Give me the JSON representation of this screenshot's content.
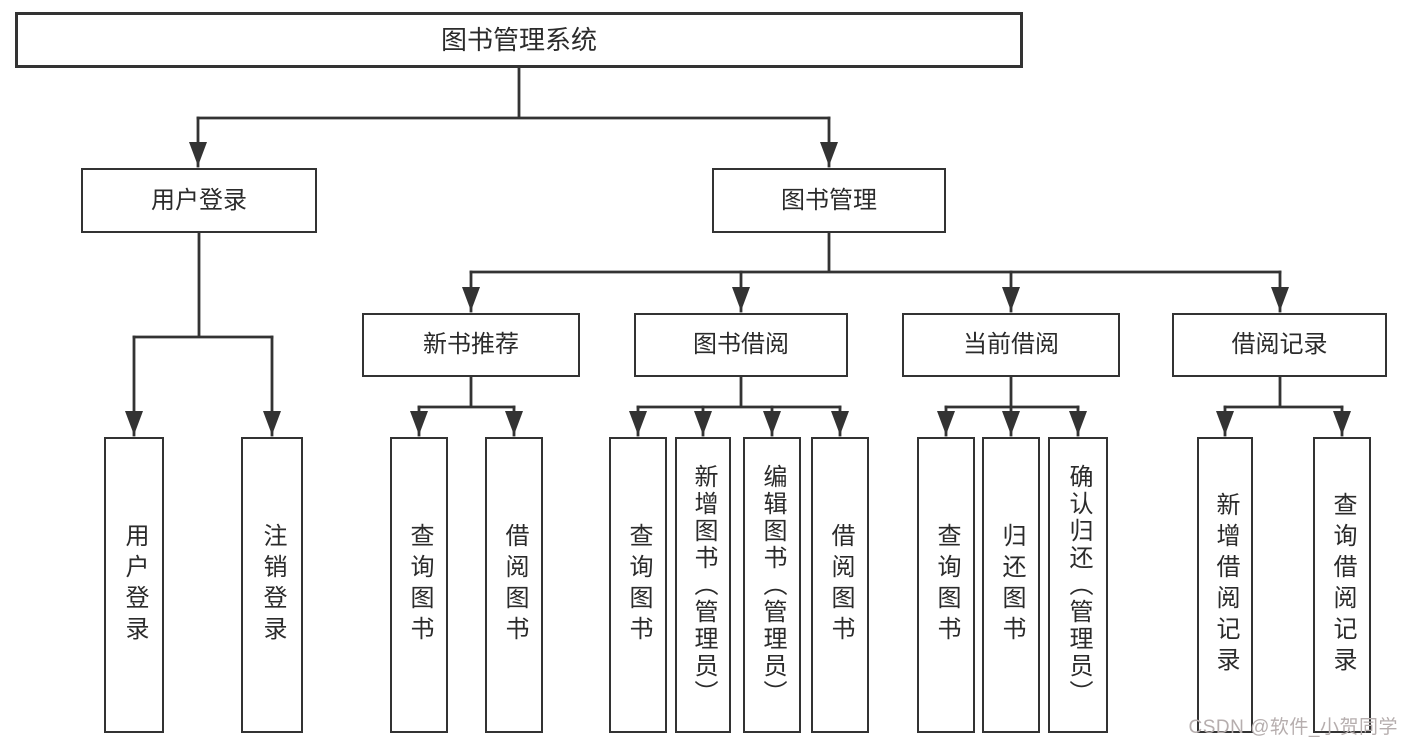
{
  "tree": {
    "root": {
      "label": "图书管理系统"
    },
    "user_login": {
      "label": "用户登录",
      "children": {
        "login": {
          "label": "用户登录"
        },
        "logout": {
          "label": "注销登录"
        }
      }
    },
    "book_management": {
      "label": "图书管理",
      "children": {
        "new_book_recommend": {
          "label": "新书推荐",
          "children": {
            "query_books": {
              "label": "查询图书"
            },
            "borrow_books": {
              "label": "借阅图书"
            }
          }
        },
        "book_borrow": {
          "label": "图书借阅",
          "children": {
            "query_books": {
              "label": "查询图书"
            },
            "add_books": {
              "label": "新增图书（管理员）"
            },
            "edit_books": {
              "label": "编辑图书（管理员）"
            },
            "borrow_books": {
              "label": "借阅图书"
            }
          }
        },
        "current_borrow": {
          "label": "当前借阅",
          "children": {
            "query_books": {
              "label": "查询图书"
            },
            "return_books": {
              "label": "归还图书"
            },
            "confirm_return": {
              "label": "确认归还（管理员）"
            }
          }
        },
        "borrow_records": {
          "label": "借阅记录",
          "children": {
            "add_record": {
              "label": "新增借阅记录"
            },
            "query_record": {
              "label": "查询借阅记录"
            }
          }
        }
      }
    }
  },
  "watermark": {
    "text": "CSDN @软件_小贺同学"
  },
  "colors": {
    "line": "#333333",
    "box_background": "#ffffff",
    "watermark": "#b6aeae"
  }
}
